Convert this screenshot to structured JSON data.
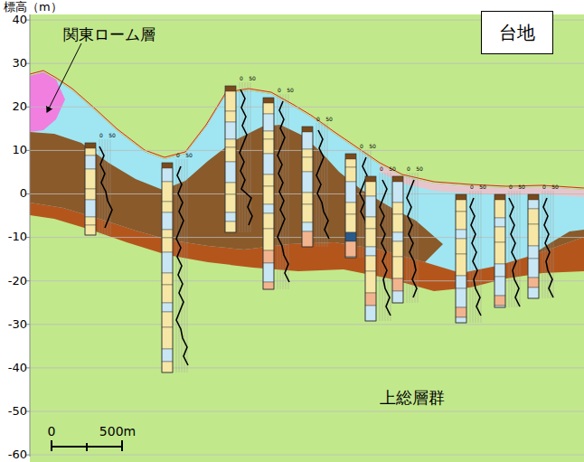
{
  "diagram": {
    "nodes": [
      {
        "text": [
          "台地"
        ]
      }
    ],
    "labels": [
      "標高（m）",
      "40",
      "30",
      "20",
      "10",
      "0",
      "-10",
      "-20",
      "-30",
      "-40",
      "-50",
      "-60",
      "関東ローム層",
      "上総層群",
      "0",
      "500m",
      "0",
      "50",
      "0",
      "50",
      "0",
      "50",
      "0",
      "50",
      "0",
      "50",
      "0",
      "50",
      "0",
      "50",
      "0",
      "50",
      "0",
      "50",
      "0",
      "50",
      "0",
      "50"
    ]
  }
}
